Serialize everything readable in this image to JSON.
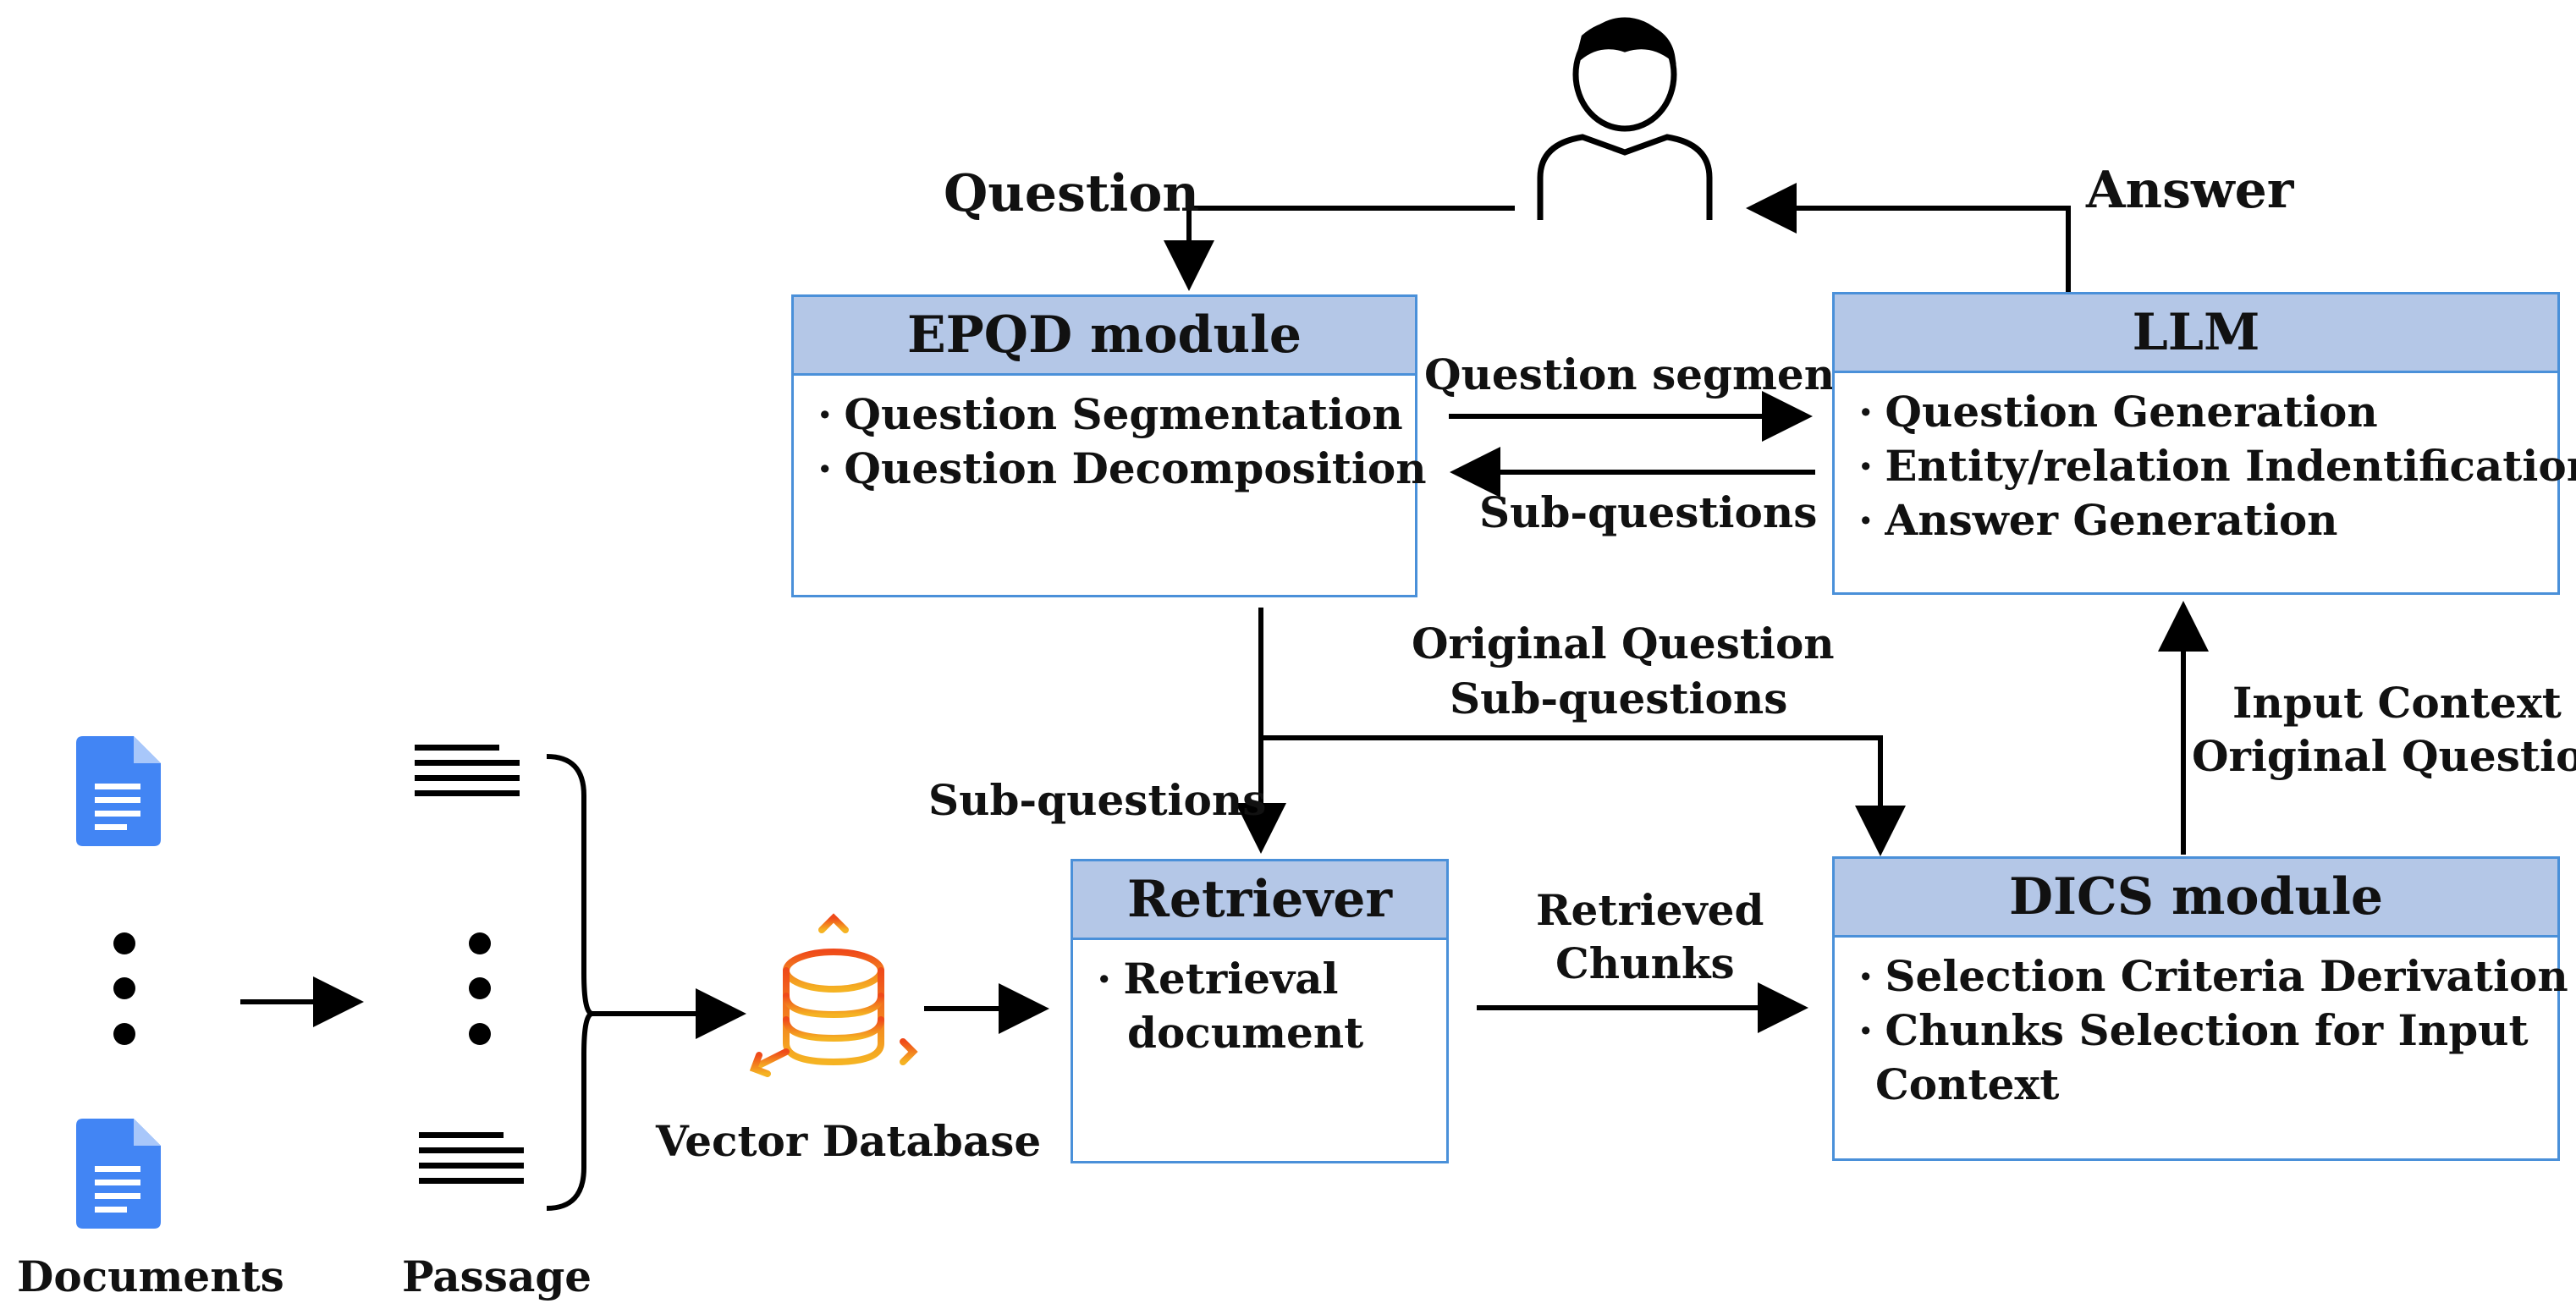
{
  "labels": {
    "question": "Question",
    "answer": "Answer",
    "question_segments": "Question segments",
    "sub_questions_right": "Sub-questions",
    "original_question": "Original Question",
    "sub_questions_mid": "Sub-questions",
    "sub_questions_left": "Sub-questions",
    "input_context": "Input Context",
    "original_question_right": "Original Question",
    "retrieved": "Retrieved",
    "chunks": "Chunks",
    "vector_database": "Vector Database",
    "documents": "Documents",
    "passage": "Passage"
  },
  "boxes": {
    "epqd": {
      "title": "EPQD module",
      "items": [
        "Question Segmentation",
        "Question Decomposition"
      ]
    },
    "llm": {
      "title": "LLM",
      "items": [
        "Question Generation",
        "Entity/relation Indentification",
        "Answer Generation"
      ]
    },
    "retriever": {
      "title": "Retriever",
      "items": [
        "Retrieval",
        "document"
      ]
    },
    "dics": {
      "title": "DICS module",
      "items": [
        "Selection Criteria Derivation",
        "Chunks Selection for Input",
        "Context"
      ]
    }
  },
  "bullet": "·",
  "colors": {
    "box_border": "#4a90d9",
    "box_header": "#b4c7e7",
    "doc_icon": "#4285f4",
    "database_orange": "#ef6c1a",
    "database_yellow": "#f5a623"
  },
  "icons": [
    "user-icon",
    "document-icon",
    "passage-icon",
    "database-icon"
  ]
}
